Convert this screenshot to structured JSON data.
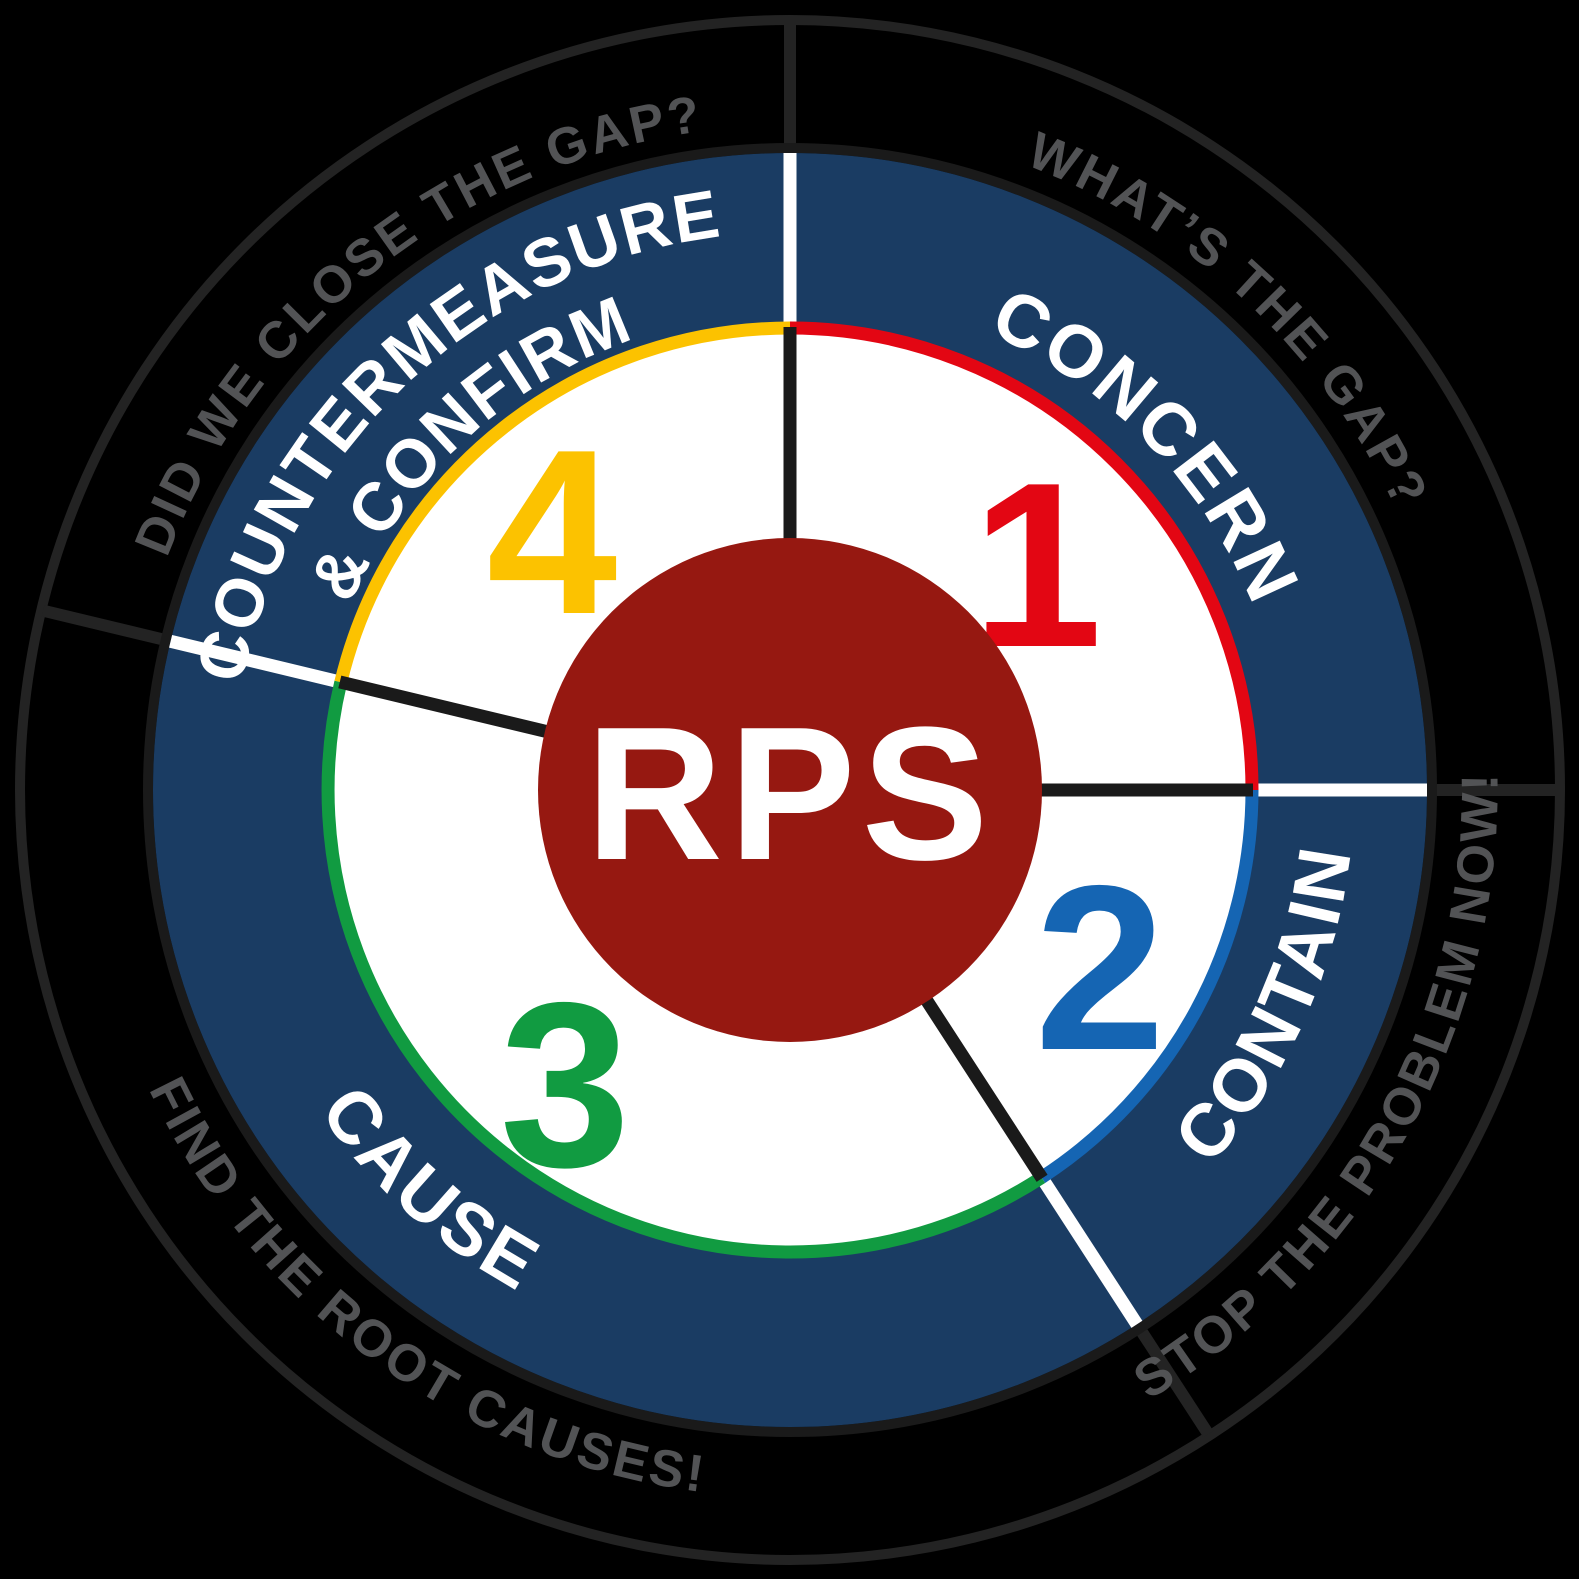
{
  "wheel": {
    "center": {
      "label": "RPS",
      "bg_color": "#961811",
      "text_color": "#ffffff"
    },
    "ring_color": "#1a3c63",
    "background_color": "#000000",
    "colors": {
      "ring_text": "#ffffff",
      "tagline_text": "#525355"
    },
    "steps": [
      {
        "number": "1",
        "label": "CONCERN",
        "tagline": "WHAT’S THE GAP?",
        "color": "#e30613"
      },
      {
        "number": "2",
        "label": "CONTAIN",
        "tagline": "STOP THE PROBLEM NOW!",
        "color": "#1565b3"
      },
      {
        "number": "3",
        "label": "CAUSE",
        "tagline": "FIND THE ROOT CAUSES!",
        "color": "#119b41"
      },
      {
        "number": "4",
        "label_line1": "COUNTERMEASURE",
        "label_line2": "& CONFIRM",
        "tagline": "DID WE CLOSE THE GAP?",
        "color": "#fcc200"
      }
    ]
  }
}
